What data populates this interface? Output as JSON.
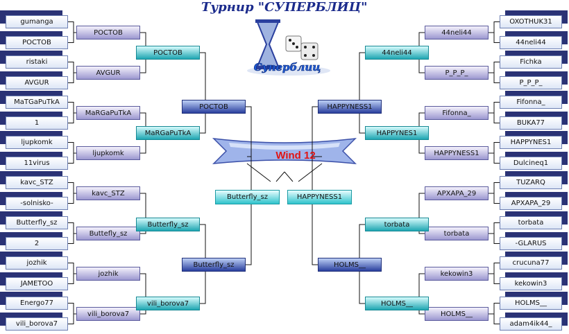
{
  "title": "Турнир \"СУПЕРБЛИЦ\"",
  "logo_text": "Суперблиц",
  "winner": "Wind 12",
  "left": {
    "entries": [
      "gumanga",
      "РОСТОВ",
      "ristaki",
      "AVGUR",
      "MaTGaPuTkA",
      "1",
      "ljupkomk",
      "11virus",
      "kavc_STZ",
      "-solnisko-",
      "Butterfly_sz",
      "2",
      "jozhik",
      "JAMETOO",
      "Energo77",
      "vili_borova7"
    ],
    "r1": [
      "РОСТОВ",
      "AVGUR",
      "MaRGaPuTkA",
      "ljupkomk",
      "kavc_STZ",
      "Buttefly_sz",
      "jozhik",
      "vili_borova7"
    ],
    "r2": [
      "РОСТОВ",
      "MaRGaPuTkA",
      "Butterfly_sz",
      "vili_borova7"
    ],
    "r3": [
      "РОСТОВ",
      "Butterfly_sz"
    ]
  },
  "right": {
    "entries": [
      "OXOTHUK31",
      "44neli44",
      "Fichka",
      "P_P_P_",
      "Fifonna_",
      "BUKA77",
      "HAPPYNES1",
      "Dulcineq1",
      "TUZARQ",
      "APXAPA_29",
      "torbata",
      "-GLARUS",
      "crucuna77",
      "kekowin3",
      "HOLMS__",
      "adam4ik44_"
    ],
    "r1": [
      "44neli44",
      "P_P_P_",
      "Fifonna_",
      "HAPPYNESS1",
      "APXAPA_29",
      "torbata",
      "kekowin3",
      "HOLMS__"
    ],
    "r2": [
      "44neli44",
      "HAPPYNES1",
      "torbata",
      "HOLMS__"
    ],
    "r3": [
      "HAPPYNESS1",
      "HOLMS__"
    ]
  },
  "finalists": [
    "Butterfly_sz",
    "HAPPYNESS1"
  ]
}
